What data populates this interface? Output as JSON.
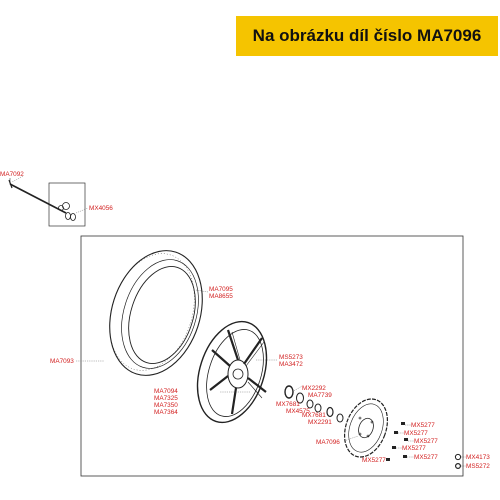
{
  "banner": {
    "text": "Na obrázku díl číslo MA7096",
    "bg": "#f5c400"
  },
  "colors": {
    "label": "#d21f1f",
    "line": "#222222"
  },
  "labels": {
    "axle_top": "MA7092",
    "kit_top": "MX4056",
    "tire": "MA7093",
    "tire_r1": "MA7095",
    "tire_r2": "MA8655",
    "hub_r1": "MS5273",
    "hub_r2": "MA3472",
    "rim_1": "MA7094",
    "rim_2": "MA7325",
    "rim_3": "MA7350",
    "rim_4": "MA7364",
    "brg_1": "MX2292",
    "brg_2": "MA7739",
    "brg_3": "MX7681",
    "brg_4": "MX4575",
    "brg_5": "MX7681",
    "brg_6": "MX2291",
    "disc": "MA7096",
    "bolt_1": "MX5277",
    "bolt_2": "MX5277",
    "bolt_3": "MX5277",
    "bolt_4": "MX5277",
    "bolt_5": "MX5277",
    "bolt_6": "MX5277",
    "nut_1": "MX4173",
    "nut_2": "MS5272"
  }
}
